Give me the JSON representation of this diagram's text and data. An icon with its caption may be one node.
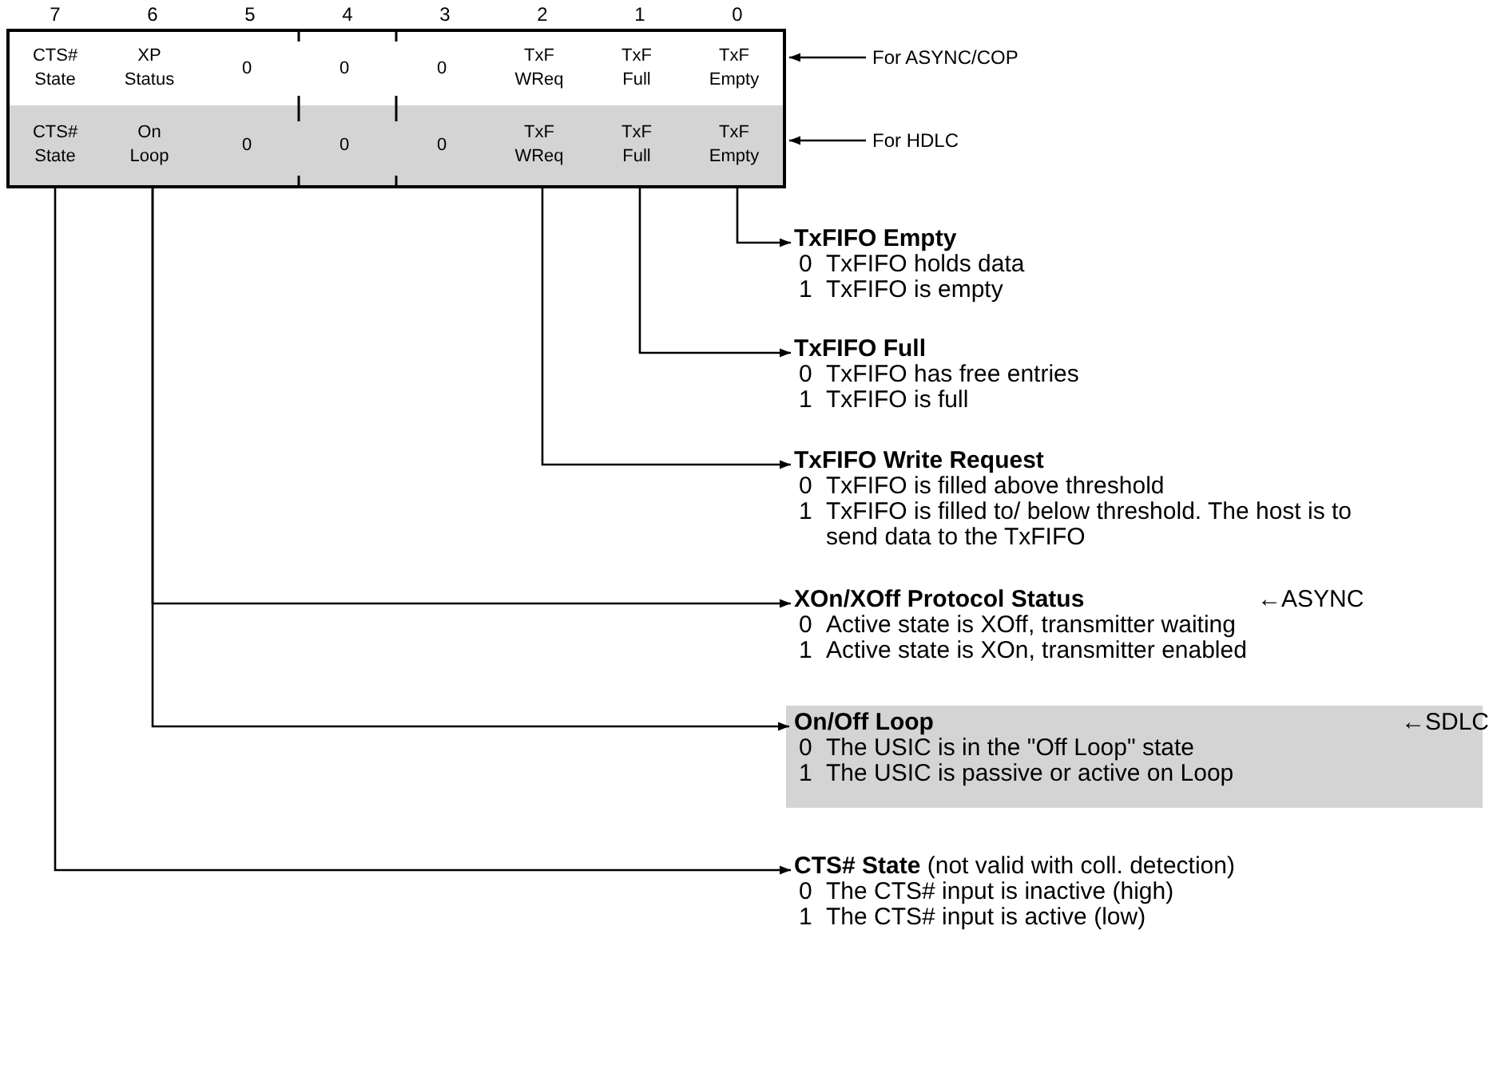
{
  "diagram": {
    "nodes": [
      {
        "text": [
          "CTS# State"
        ]
      },
      {
        "text": [
          "XP Status"
        ]
      },
      {
        "text": [
          "0"
        ]
      },
      {
        "text": [
          "0"
        ]
      },
      {
        "text": [
          "0"
        ]
      },
      {
        "text": [
          "TxF WReq"
        ]
      },
      {
        "text": [
          "TxF Full"
        ]
      },
      {
        "text": [
          "TxF Empty"
        ]
      },
      {
        "text": [
          "CTS# State"
        ]
      },
      {
        "text": [
          "On Loop"
        ]
      },
      {
        "text": [
          "0"
        ]
      },
      {
        "text": [
          "0"
        ]
      },
      {
        "text": [
          "0"
        ]
      },
      {
        "text": [
          "TxF WReq"
        ]
      },
      {
        "text": [
          "TxF Full"
        ]
      },
      {
        "text": [
          "TxF Empty"
        ]
      },
      {
        "text": [
          "For ASYNC/COP"
        ]
      },
      {
        "text": [
          "For HDLC"
        ]
      },
      {
        "text": [
          "TxFIFO Empty",
          "0",
          "TxFIFO holds data",
          "1",
          "TxFIFO is empty"
        ]
      },
      {
        "text": [
          "TxFIFO Full",
          "0",
          "TxFIFO has free entries",
          "1",
          "TxFIFO is full"
        ]
      },
      {
        "text": [
          "TxFIFO Write Request",
          "0",
          "TxFIFO is filled above threshold",
          "1",
          "TxFIFO is filled to/ below threshold. The host is to send data to the TxFIFO"
        ]
      },
      {
        "text": [
          "XOn/XOff Protocol Status",
          "0",
          "Active state is XOff, transmitter waiting",
          "1",
          "Active state is XOn, transmitter enabled"
        ],
        "beside": [
          "←ASYNC"
        ]
      },
      {
        "text": [
          "On/Off Loop",
          "←SDLC",
          "0",
          "The USIC is in the \"Off Loop\" state",
          "1",
          "The USIC is passive or active on Loop"
        ]
      },
      {
        "text": [
          "**CTS# State** (not valid with coll. detection)",
          "0",
          "The CTS# input is inactive (high)",
          "1",
          "The CTS# input is active (low)"
        ]
      }
    ],
    "edges": [
      {
        "from": 16,
        "to": 7,
        "arrow": "to"
      },
      {
        "from": 17,
        "to": 15,
        "arrow": "to"
      },
      {
        "from": 15,
        "to": 18,
        "arrow": "to"
      },
      {
        "from": 14,
        "to": 19,
        "arrow": "to"
      },
      {
        "from": 13,
        "to": 20,
        "arrow": "to"
      },
      {
        "from": 9,
        "to": 21,
        "arrow": "to"
      },
      {
        "from": 9,
        "to": 22,
        "arrow": "to"
      },
      {
        "from": 8,
        "to": 23,
        "arrow": "to"
      }
    ],
    "labels": [
      "7",
      "6",
      "5",
      "4",
      "3",
      "2",
      "1",
      "0"
    ]
  }
}
